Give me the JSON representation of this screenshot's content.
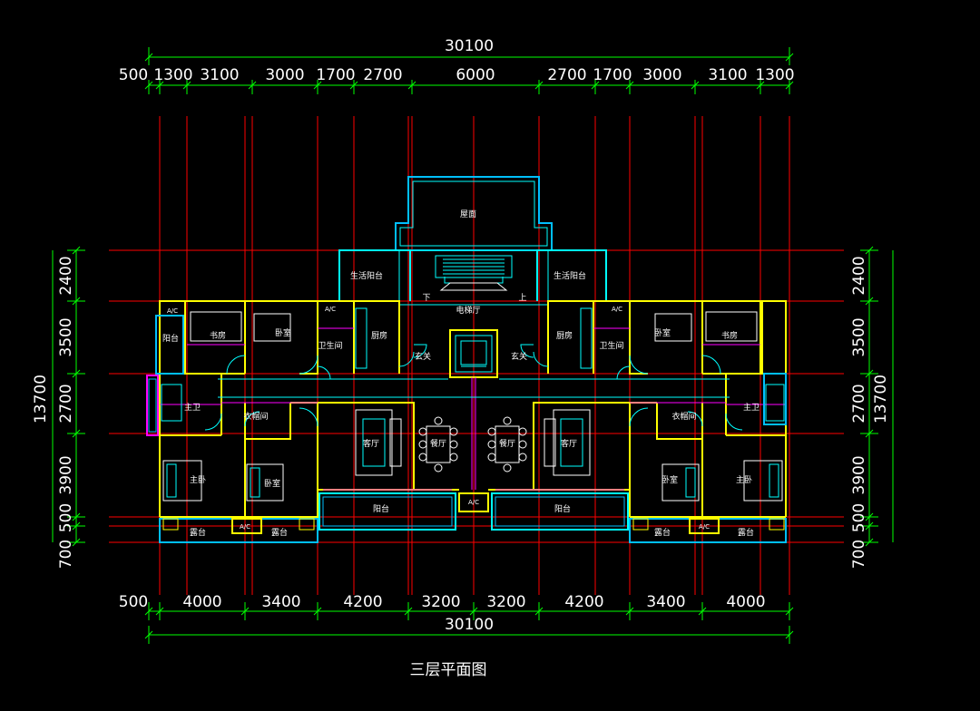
{
  "colors": {
    "background": "#000000",
    "axis": "#ff0000",
    "dimension": "#00ff00",
    "wall": "#ffff00",
    "partition": "#ff00ff",
    "fixture": "#00ffff",
    "balcony": "#00bfff",
    "text": "#ffffff"
  },
  "drawing": {
    "title": "三层平面图",
    "top_total": "30100",
    "bottom_total": "30100",
    "left_total": "13700",
    "right_total": "13700",
    "top_dims": [
      "500",
      "1300",
      "3100",
      "3000",
      "1700",
      "2700",
      "6000",
      "2700",
      "1700",
      "3000",
      "3100",
      "1300"
    ],
    "bottom_dims": [
      "500",
      "4000",
      "3400",
      "4200",
      "3200",
      "3200",
      "4200",
      "3400",
      "4000"
    ],
    "left_dims": [
      "2400",
      "3500",
      "2700",
      "3900",
      "500",
      "700"
    ],
    "right_dims": [
      "2400",
      "3500",
      "2700",
      "3900",
      "500",
      "700"
    ]
  },
  "rooms": {
    "roof": "屋面",
    "elevator_hall": "电梯厅",
    "down": "下",
    "up": "上",
    "service_balcony_l": "生活阳台",
    "service_balcony_r": "生活阳台",
    "study_l": "书房",
    "study_r": "书房",
    "bedroom_l": "卧室",
    "bedroom_r": "卧室",
    "bath_l": "卫生间",
    "bath_r": "卫生间",
    "kitchen_l": "厨房",
    "kitchen_r": "厨房",
    "foyer_l": "玄关",
    "foyer_r": "玄关",
    "balcony_l": "阳台",
    "master_bath_l": "主卫",
    "master_bath_r": "主卫",
    "closet_l": "衣帽间",
    "closet_r": "衣帽间",
    "living_l": "客厅",
    "living_r": "客厅",
    "dining_l": "餐厅",
    "dining_r": "餐厅",
    "master_bed_l": "主卧",
    "master_bed_r": "主卧",
    "second_bed_l": "卧室",
    "second_bed_r": "卧室",
    "front_balcony_l": "阳台",
    "front_balcony_r": "阳台",
    "terrace_l1": "露台",
    "terrace_l2": "露台",
    "terrace_r1": "露台",
    "terrace_r2": "露台",
    "ac_1": "A/C",
    "ac_2": "A/C",
    "ac_3": "A/C",
    "ac_4": "A/C",
    "ac_5": "A/C",
    "ac_6": "A/C"
  }
}
